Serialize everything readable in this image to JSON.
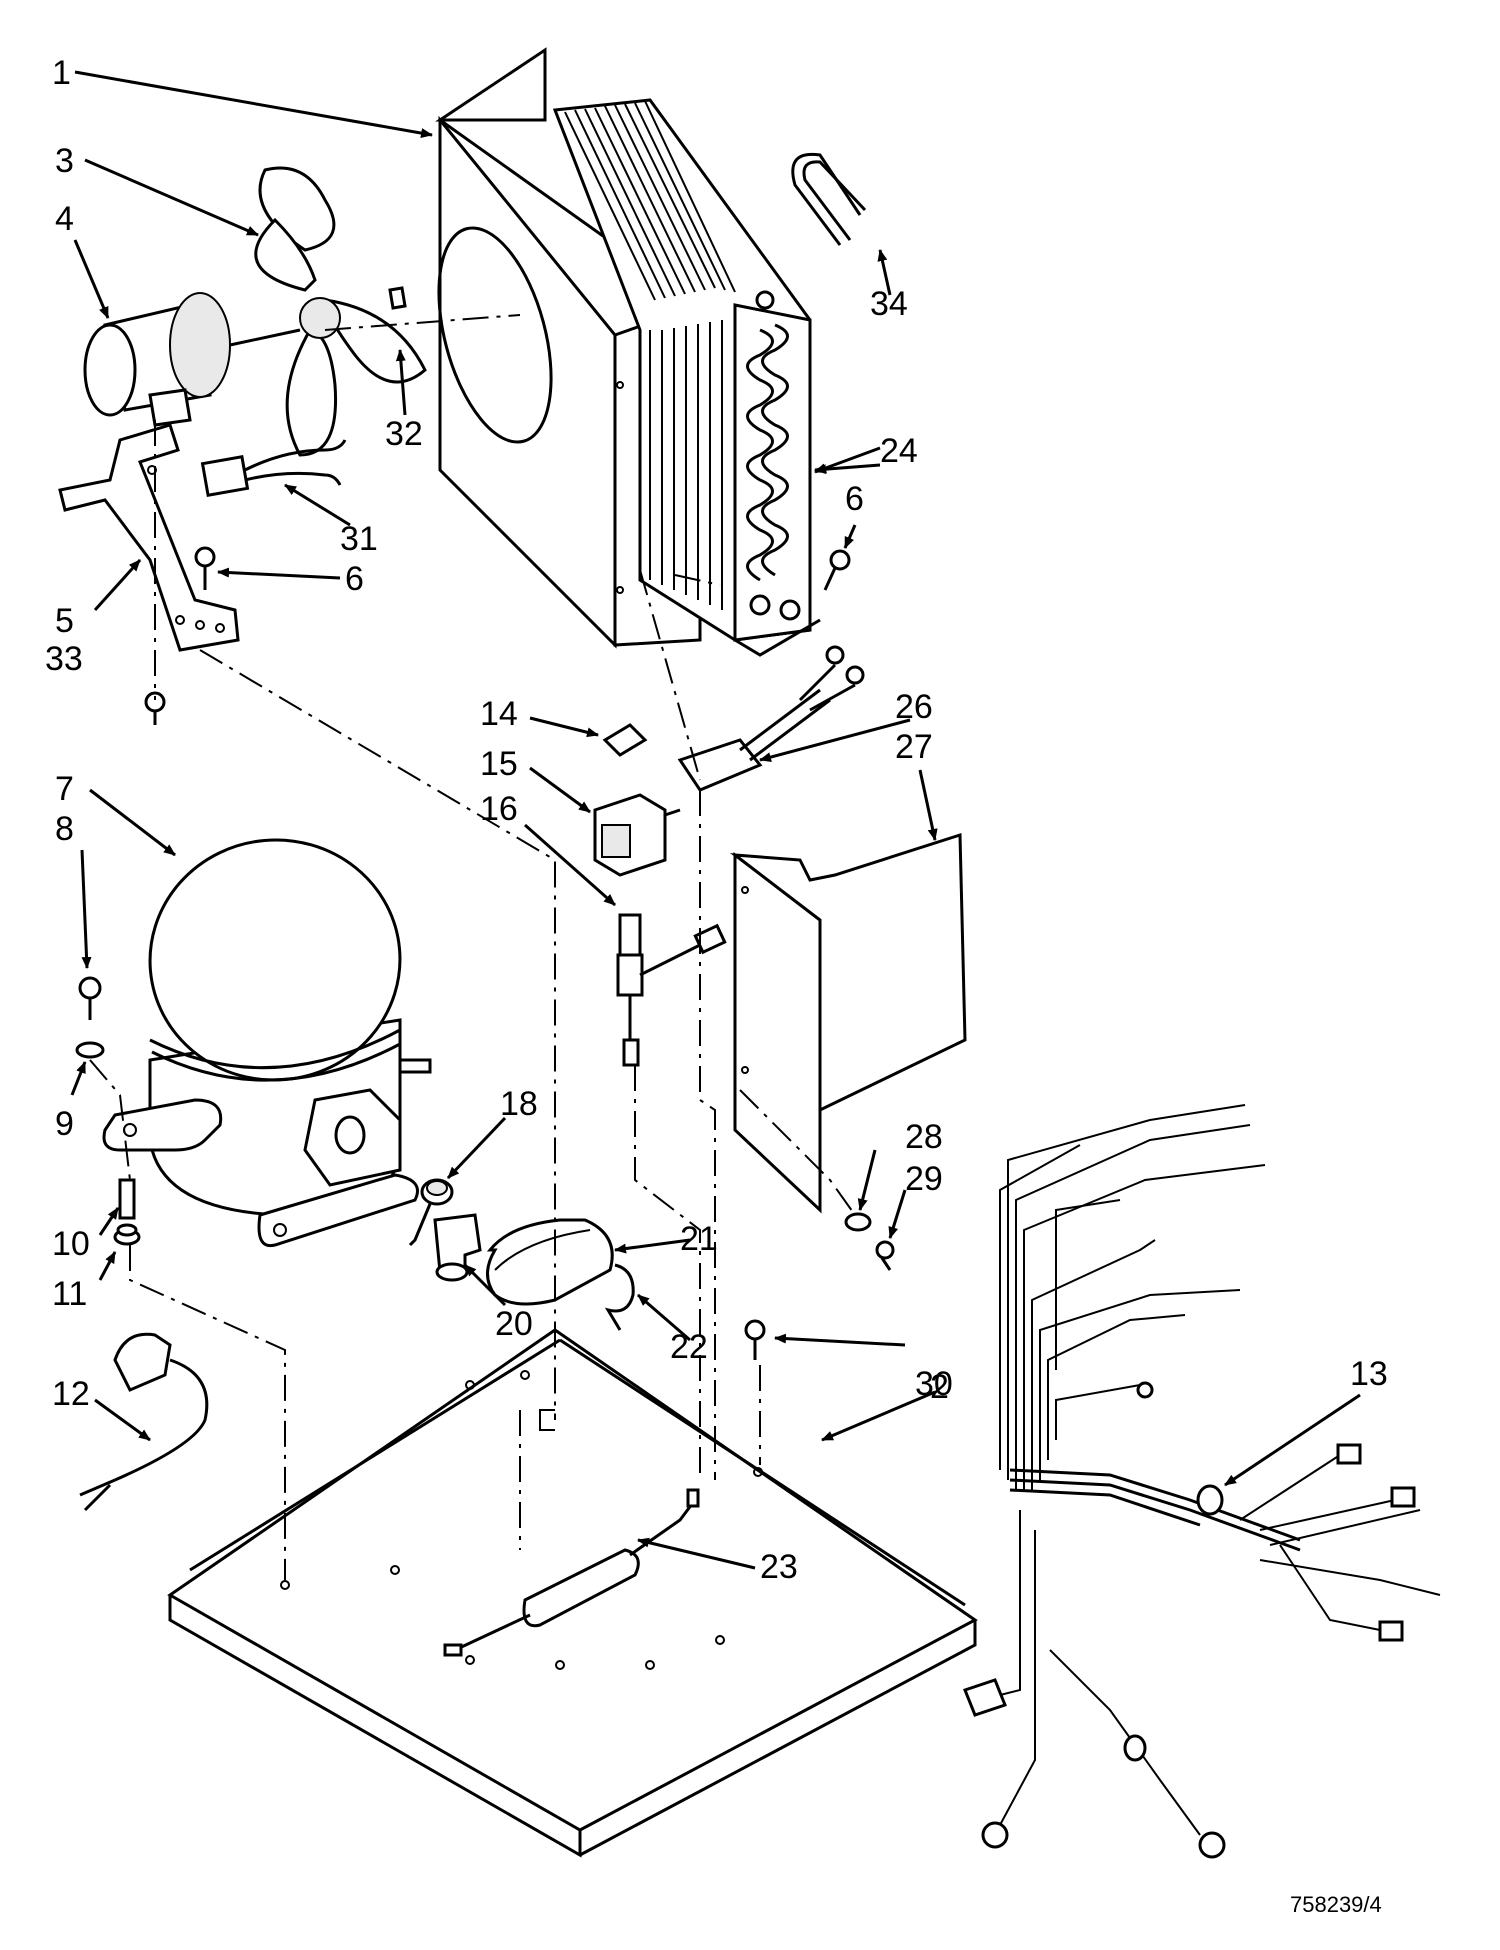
{
  "diagram": {
    "document_number": "758239/4",
    "callouts": [
      {
        "id": "c1",
        "label": "1"
      },
      {
        "id": "c2",
        "label": "2"
      },
      {
        "id": "c3",
        "label": "3"
      },
      {
        "id": "c4",
        "label": "4"
      },
      {
        "id": "c5",
        "label": "5"
      },
      {
        "id": "c6a",
        "label": "6"
      },
      {
        "id": "c6b",
        "label": "6"
      },
      {
        "id": "c7",
        "label": "7"
      },
      {
        "id": "c8",
        "label": "8"
      },
      {
        "id": "c9",
        "label": "9"
      },
      {
        "id": "c10",
        "label": "10"
      },
      {
        "id": "c11",
        "label": "11"
      },
      {
        "id": "c12",
        "label": "12"
      },
      {
        "id": "c13",
        "label": "13"
      },
      {
        "id": "c14",
        "label": "14"
      },
      {
        "id": "c15",
        "label": "15"
      },
      {
        "id": "c16",
        "label": "16"
      },
      {
        "id": "c18",
        "label": "18"
      },
      {
        "id": "c20",
        "label": "20"
      },
      {
        "id": "c21",
        "label": "21"
      },
      {
        "id": "c22",
        "label": "22"
      },
      {
        "id": "c23",
        "label": "23"
      },
      {
        "id": "c24",
        "label": "24"
      },
      {
        "id": "c26",
        "label": "26"
      },
      {
        "id": "c27",
        "label": "27"
      },
      {
        "id": "c28",
        "label": "28"
      },
      {
        "id": "c29",
        "label": "29"
      },
      {
        "id": "c30",
        "label": "30"
      },
      {
        "id": "c31",
        "label": "31"
      },
      {
        "id": "c32",
        "label": "32"
      },
      {
        "id": "c33",
        "label": "33"
      },
      {
        "id": "c34",
        "label": "34"
      }
    ]
  }
}
